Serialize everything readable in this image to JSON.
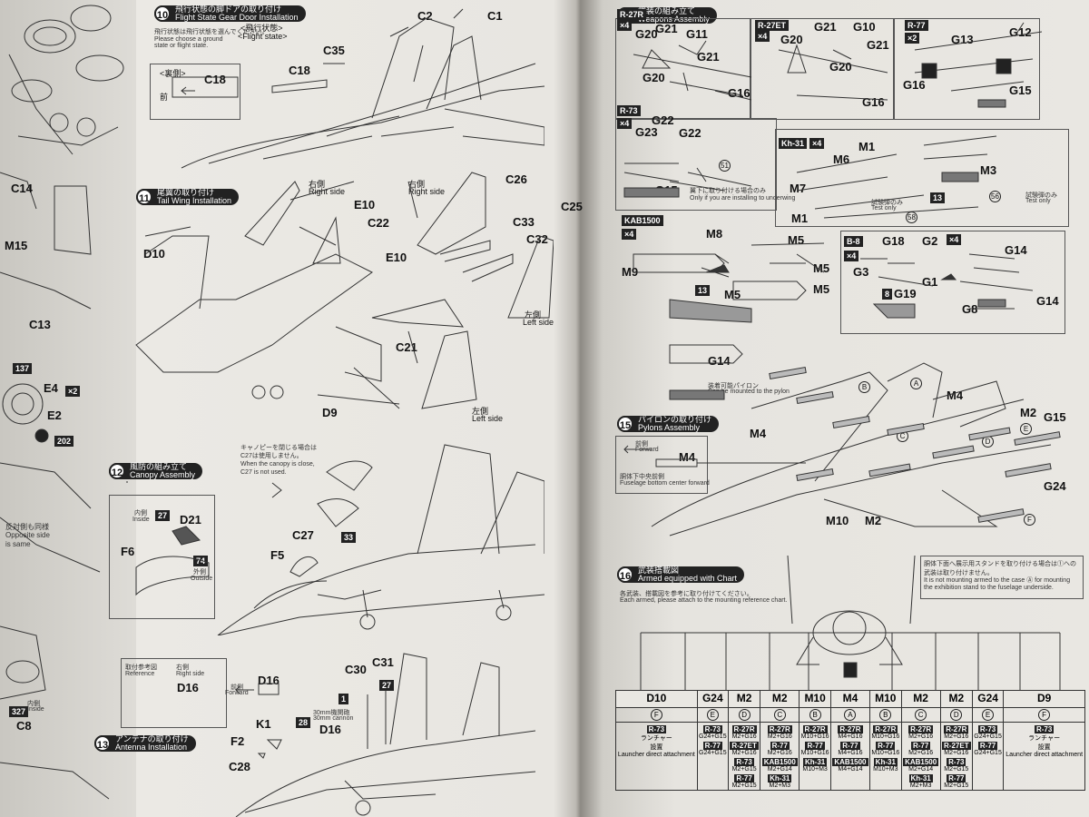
{
  "left_strip": {
    "labels": [
      "C14",
      "M15",
      "C13",
      "E4",
      "E2",
      "C8",
      "×2"
    ],
    "side_note": [
      "反対側も同様",
      "Opposite side",
      "is same"
    ],
    "inside": "内側",
    "inside_en": "Inside",
    "nums": [
      "137",
      "202",
      "327"
    ]
  },
  "step10": {
    "num": "10",
    "jp": "飛行状態の脚ドアの取り付け",
    "en": "Flight State Gear Door Installation",
    "note_jp": "飛行状態は飛行状態を選んでください。",
    "note_en": "Please choose a ground state or flight state.",
    "state_jp": "<飛行状態>",
    "state_en": "<Flight state>",
    "back_jp": "<裏側>",
    "front": "前",
    "parts": [
      "C2",
      "C1",
      "C35",
      "C18",
      "C18"
    ]
  },
  "step11": {
    "num": "11",
    "jp": "尾翼の取り付け",
    "en": "Tail Wing Installation",
    "right_jp": "右側",
    "right_en": "Right side",
    "left_jp": "左側",
    "left_en": "Left side",
    "parts": [
      "E10",
      "C22",
      "C26",
      "C33",
      "C25",
      "C32",
      "E10",
      "D10",
      "C21",
      "D9"
    ]
  },
  "step12": {
    "num": "12",
    "jp": "風防の組み立て",
    "en": "Canopy Assembly",
    "canopy_jp": "キャノピーを閉じる場合は",
    "canopy_jp2": "C27は使用しません。",
    "canopy_en": "When the canopy is close,",
    "canopy_en2": "C27 is not used.",
    "inside_jp": "内側",
    "inside_en": "Inside",
    "outside_jp": "外側",
    "outside_en": "Outside",
    "parts": [
      "D21",
      "F6",
      "C27",
      "F5"
    ],
    "nums": [
      "27",
      "74",
      "33"
    ]
  },
  "step13": {
    "num": "13",
    "jp": "アンテナの取り付け",
    "en": "Antenna Installation",
    "ref_jp": "取付参考図",
    "ref_en": "Reference",
    "right_jp": "右側",
    "right_en": "Right side",
    "fwd_jp": "前側",
    "fwd_en": "Forward",
    "cannon_jp": "30mm機関砲",
    "cannon_en": "30mm cannon",
    "parts": [
      "D16",
      "D16",
      "C30",
      "C31",
      "D16",
      "K1",
      "F2",
      "C28"
    ],
    "nums": [
      "1",
      "27",
      "28"
    ]
  },
  "step14": {
    "num": "14",
    "jp": "武装の組み立て",
    "en": "Weapons Assembly",
    "r27r": {
      "tag": "R-27R",
      "qty": "×4",
      "parts": [
        "G20",
        "G21",
        "G11",
        "G21",
        "G20",
        "G16"
      ]
    },
    "r27et": {
      "tag": "R-27ET",
      "qty": "×4",
      "parts": [
        "G21",
        "G10",
        "G20",
        "G21",
        "G20",
        "G16"
      ]
    },
    "r77": {
      "tag": "R-77",
      "qty": "×2",
      "parts": [
        "G13",
        "G12",
        "G16",
        "G15"
      ]
    },
    "r73": {
      "tag": "R-73",
      "qty": "×4",
      "parts": [
        "G22",
        "G23",
        "G22",
        "G15"
      ]
    },
    "kh31": {
      "tag": "Kh-31",
      "qty": "×4",
      "parts": [
        "M1",
        "M6",
        "M3",
        "M7",
        "M1"
      ],
      "test_jp": "試験弾のみ",
      "test_en": "Test only"
    },
    "kab1500": {
      "tag": "KAB1500",
      "qty": "×4",
      "parts": [
        "M8",
        "M5",
        "M9",
        "M5",
        "M5",
        "M5"
      ]
    },
    "b8": {
      "tag": "B-8",
      "qty": "×4",
      "parts": [
        "G18",
        "G2",
        "G14",
        "G3",
        "G1",
        "G19",
        "G8",
        "G14"
      ]
    },
    "pylon_parts": [
      "G14"
    ],
    "mount_note_jp": "装着可能パイロン",
    "mount_note_en": "Can be mounted to the pylon",
    "underwing_jp": "翼下に取り付ける場合のみ",
    "underwing_en": "Only if you are installing to underwing",
    "nums": [
      "13",
      "51",
      "56",
      "58",
      "8"
    ]
  },
  "step15": {
    "num": "15",
    "jp": "パイロンの取り付け",
    "en": "Pylons Assembly",
    "fwd_jp": "前側",
    "fwd_en": "Forward",
    "center_jp": "胴体下中央前側",
    "center_en": "Fuselage bottom center forward",
    "parts": [
      "M4",
      "M4",
      "M2",
      "G15",
      "M4",
      "G24",
      "M10",
      "M2"
    ],
    "pos": [
      "A",
      "B",
      "C",
      "D",
      "E",
      "F"
    ]
  },
  "step16": {
    "num": "16",
    "jp": "武装搭載図",
    "en": "Armed equipped with Chart",
    "note1_jp": "各武装、搭載図を参考に取り付けてください。",
    "note1_en": "Each armed, please attach to the mounting reference chart.",
    "note2_jp": "胴体下面へ展示用スタンドを取り付ける場合は①への武装は取り付けません。",
    "note2_en": "It is not mounting armed to the case Ⓐ for mounting the exhibition stand to the fuselage underside."
  },
  "chart": {
    "headers": [
      "D10",
      "G24",
      "M2",
      "M2",
      "M10",
      "M4",
      "M10",
      "M2",
      "M2",
      "G24",
      "D9"
    ],
    "positions": [
      "F",
      "E",
      "D",
      "C",
      "B",
      "A",
      "B",
      "C",
      "D",
      "E",
      "F"
    ],
    "cells": [
      [
        {
          "t": "R-73"
        },
        {
          "s": "ランチャー"
        },
        {
          "s": "設置"
        },
        {
          "s": "Launcher direct attachment"
        }
      ],
      [
        {
          "t": "R-73"
        },
        {
          "s": "G24+G15"
        },
        {
          "t": "R-77"
        },
        {
          "s": "G24+G15"
        }
      ],
      [
        {
          "t": "R-27R"
        },
        {
          "s": "M2+G16"
        },
        {
          "t": "R-27ET"
        },
        {
          "s": "M2+G16"
        },
        {
          "t": "R-73"
        },
        {
          "s": "M2+G15"
        },
        {
          "t": "R-77"
        },
        {
          "s": "M2+G15"
        }
      ],
      [
        {
          "t": "R-27R"
        },
        {
          "s": "M2+G16"
        },
        {
          "t": "R-77"
        },
        {
          "s": "M2+G16"
        },
        {
          "t": "KAB1500"
        },
        {
          "s": "M2+G14"
        },
        {
          "t": "Kh-31"
        },
        {
          "s": "M2+M3"
        }
      ],
      [
        {
          "t": "R-27R"
        },
        {
          "s": "M10+G16"
        },
        {
          "t": "R-77"
        },
        {
          "s": "M10+G16"
        },
        {
          "t": "Kh-31"
        },
        {
          "s": "M10+M3"
        }
      ],
      [
        {
          "t": "R-27R"
        },
        {
          "s": "M4+G16"
        },
        {
          "t": "R-77"
        },
        {
          "s": "M4+G16"
        },
        {
          "t": "KAB1500"
        },
        {
          "s": "M4+G14"
        }
      ],
      [
        {
          "t": "R-27R"
        },
        {
          "s": "M10+G16"
        },
        {
          "t": "R-77"
        },
        {
          "s": "M10+G16"
        },
        {
          "t": "Kh-31"
        },
        {
          "s": "M10+M3"
        }
      ],
      [
        {
          "t": "R-27R"
        },
        {
          "s": "M2+G16"
        },
        {
          "t": "R-77"
        },
        {
          "s": "M2+G16"
        },
        {
          "t": "KAB1500"
        },
        {
          "s": "M2+G14"
        },
        {
          "t": "Kh-31"
        },
        {
          "s": "M2+M3"
        }
      ],
      [
        {
          "t": "R-27R"
        },
        {
          "s": "M2+G16"
        },
        {
          "t": "R-27ET"
        },
        {
          "s": "M2+G16"
        },
        {
          "t": "R-73"
        },
        {
          "s": "M2+G15"
        },
        {
          "t": "R-77"
        },
        {
          "s": "M2+G15"
        }
      ],
      [
        {
          "t": "R-73"
        },
        {
          "s": "G24+G15"
        },
        {
          "t": "R-77"
        },
        {
          "s": "G24+G15"
        }
      ],
      [
        {
          "t": "R-73"
        },
        {
          "s": "ランチャー"
        },
        {
          "s": "設置"
        },
        {
          "s": "Launcher direct attachment"
        }
      ]
    ]
  }
}
